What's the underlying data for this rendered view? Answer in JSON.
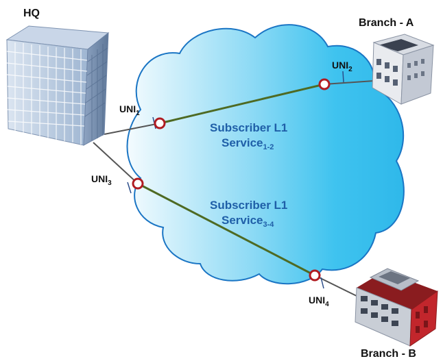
{
  "sites": {
    "hq": {
      "label": "HQ"
    },
    "branch_a": {
      "label": "Branch - A"
    },
    "branch_b": {
      "label": "Branch - B"
    }
  },
  "unis": {
    "uni1": {
      "base": "UNI",
      "sub": "1"
    },
    "uni2": {
      "base": "UNI",
      "sub": "2"
    },
    "uni3": {
      "base": "UNI",
      "sub": "3"
    },
    "uni4": {
      "base": "UNI",
      "sub": "4"
    }
  },
  "services": {
    "s12": {
      "line1": "Subscriber L1",
      "line2": "Service",
      "sub": "1-2"
    },
    "s34": {
      "line1": "Subscriber L1",
      "line2": "Service",
      "sub": "3-4"
    }
  },
  "colors": {
    "cloud_light": "#e6f7fd",
    "cloud_dark": "#33c0ef",
    "cloud_stroke": "#1a75c4",
    "service_line": "#4e6a23",
    "uni_marker": "#b01c22",
    "access_line": "#555555",
    "service_text": "#1f5fa8"
  }
}
